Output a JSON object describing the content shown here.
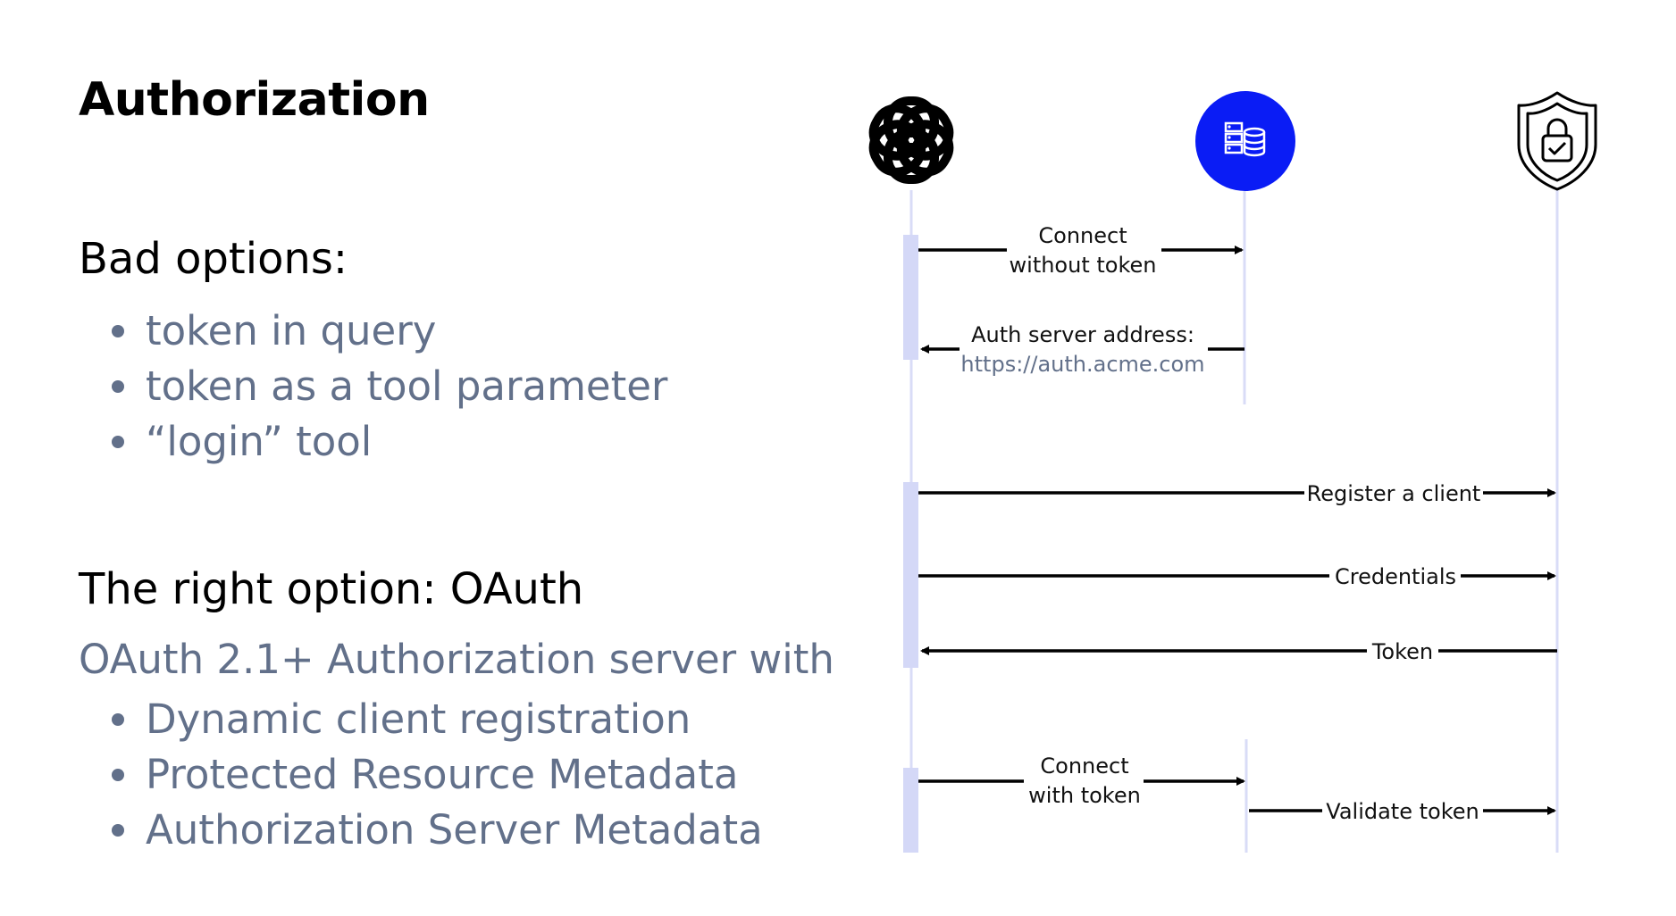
{
  "title": "Authorization",
  "bad_options": {
    "heading": "Bad options:",
    "items": [
      "token in query",
      "token as a tool parameter",
      "“login” tool"
    ]
  },
  "right_option": {
    "heading": "The right option: OAuth",
    "lead": "OAuth 2.1+ Authorization server with",
    "items": [
      "Dynamic client registration",
      "Protected Resource Metadata",
      "Authorization Server Metadata"
    ]
  },
  "diagram": {
    "participants": [
      {
        "icon": "openai-logo-icon"
      },
      {
        "icon": "server-database-icon",
        "color": "#0a1cf5"
      },
      {
        "icon": "shield-lock-icon"
      }
    ],
    "messages": {
      "connect_without_token": [
        "Connect",
        "without token"
      ],
      "auth_server_address": "Auth server address:",
      "auth_server_url": "https://auth.acme.com",
      "register_client": "Register a client",
      "credentials": "Credentials",
      "token": "Token",
      "connect_with_token": [
        "Connect",
        "with token"
      ],
      "validate_token": "Validate token"
    },
    "colors": {
      "lifeline": "#d9dcf7",
      "activation": "#d4d8f7",
      "accent": "#0a1cf5",
      "muted_text": "#62708a"
    }
  }
}
